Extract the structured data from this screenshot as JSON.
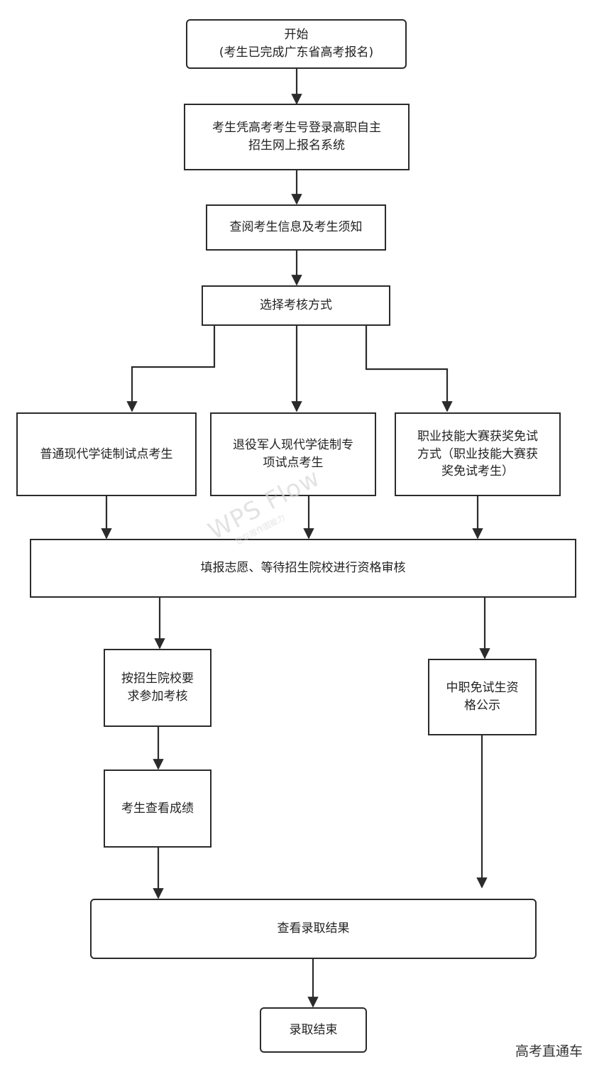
{
  "nodes": {
    "start": {
      "line1": "开始",
      "line2": "(考生已完成广东省高考报名)"
    },
    "login": {
      "line1": "考生凭高考考生号登录高职自主",
      "line2": "招生网上报名系统"
    },
    "review_info": {
      "text": "查阅考生信息及考生须知"
    },
    "choose_method": {
      "text": "选择考核方式"
    },
    "path_regular": {
      "text": "普通现代学徒制试点考生"
    },
    "path_veteran": {
      "line1": "退役军人现代学徒制专",
      "line2": "项试点考生"
    },
    "path_skills": {
      "line1": "职业技能大赛获奖免试",
      "line2": "方式（职业技能大赛获",
      "line3": "奖免试考生）"
    },
    "fill_apply": {
      "text": "填报志愿、等待招生院校进行资格审核"
    },
    "school_exam": {
      "line1": "按招生院校要",
      "line2": "求参加考核"
    },
    "exempt_notice": {
      "line1": "中职免试生资",
      "line2": "格公示"
    },
    "check_scores": {
      "text": "考生查看成绩"
    },
    "check_results": {
      "text": "查看录取结果"
    },
    "end": {
      "text": "录取结束"
    }
  },
  "watermark": {
    "title": "WPS Flow",
    "subtitle": "您仅限作图能力"
  },
  "brand": "高考直通车",
  "colors": {
    "line": "#2b2b2b",
    "box_border": "#2b2b2b",
    "background": "#ffffff"
  }
}
